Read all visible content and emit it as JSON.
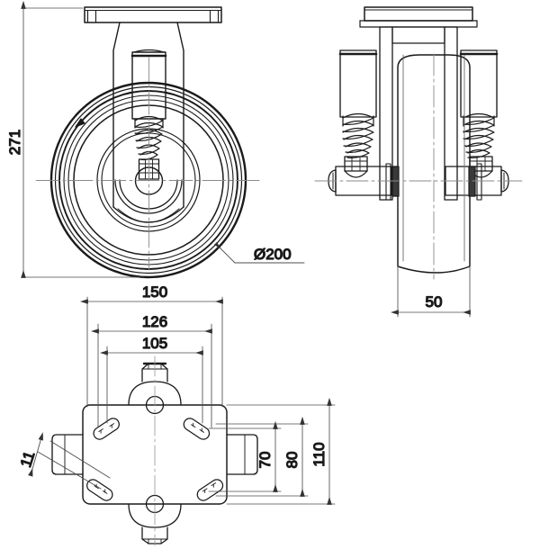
{
  "drawing": {
    "type": "engineering-orthographic-drawing",
    "subject": "spring-loaded fixed caster wheel",
    "units": "mm",
    "line_color": "#1a1a1a",
    "centerline_color": "#808080",
    "dimension_color": "#4d4d4d",
    "background": "#ffffff"
  },
  "views": {
    "front": {
      "name": "front-elevation-view",
      "label": ""
    },
    "side": {
      "name": "side-elevation-view",
      "label": ""
    },
    "plan": {
      "name": "bottom-plan-view",
      "label": ""
    }
  },
  "dimensions": {
    "overall_height": {
      "value": "271",
      "orientation": "vertical",
      "view": "front"
    },
    "wheel_diameter": {
      "value": "Ø200",
      "orientation": "leader",
      "view": "front"
    },
    "wheel_width": {
      "value": "50",
      "orientation": "horizontal",
      "view": "side"
    },
    "plate_length": {
      "value": "150",
      "orientation": "horizontal",
      "view": "plan"
    },
    "bolt_spacing_outer": {
      "value": "126",
      "orientation": "horizontal",
      "view": "plan"
    },
    "bolt_spacing_inner": {
      "value": "105",
      "orientation": "horizontal",
      "view": "plan"
    },
    "plate_width": {
      "value": "110",
      "orientation": "vertical",
      "view": "plan"
    },
    "bolt_spacing_width_outer": {
      "value": "80",
      "orientation": "vertical",
      "view": "plan"
    },
    "bolt_spacing_width_inner": {
      "value": "70",
      "orientation": "vertical",
      "view": "plan"
    },
    "slot_width": {
      "value": "11",
      "orientation": "angled-leader",
      "view": "plan"
    }
  }
}
